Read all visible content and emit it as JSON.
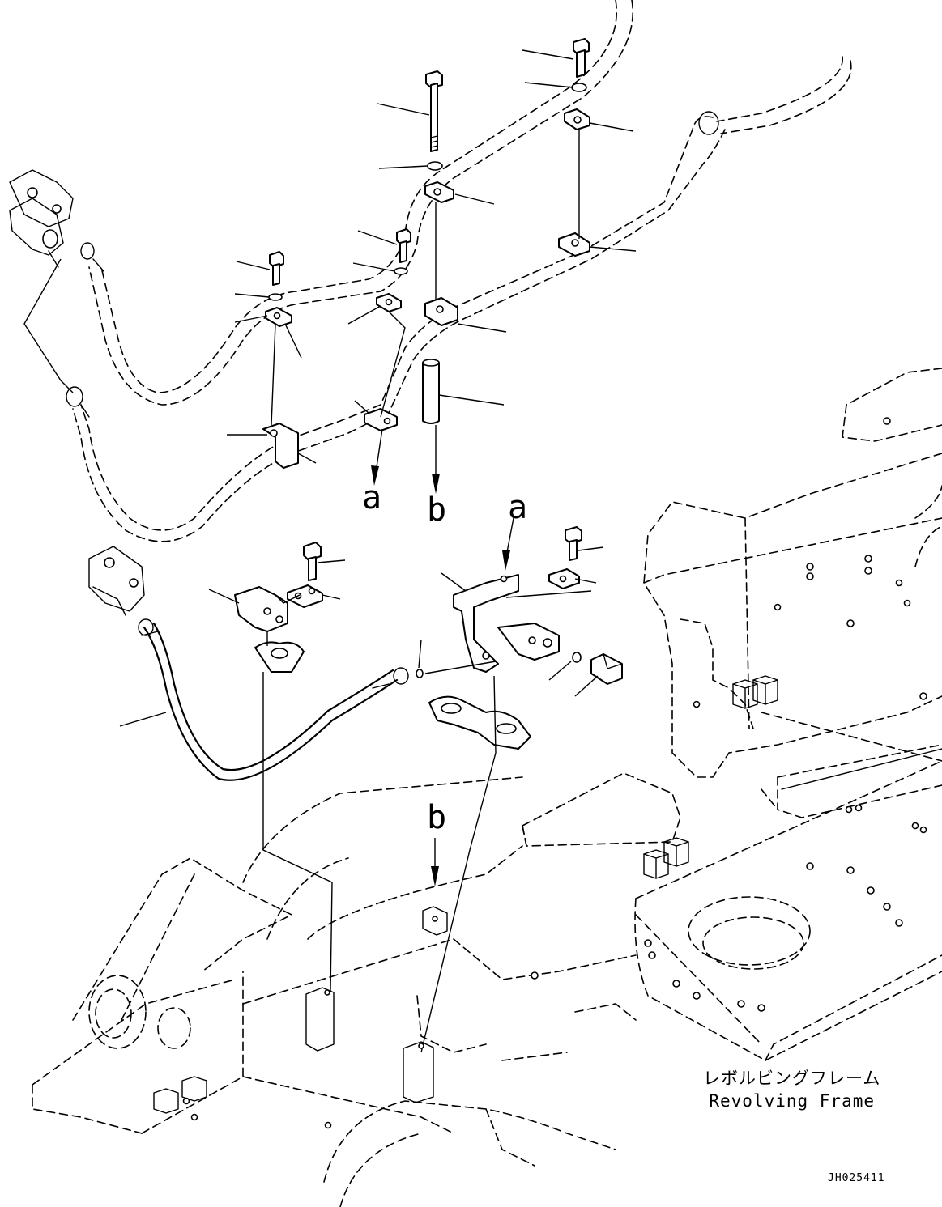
{
  "reference_letters": {
    "a_upper": "a",
    "b_upper": "b",
    "a_lower": "a",
    "b_lower": "b"
  },
  "frame_label": {
    "japanese": "レボルビングフレーム",
    "english": "Revolving Frame"
  },
  "drawing_number": "JH025411"
}
